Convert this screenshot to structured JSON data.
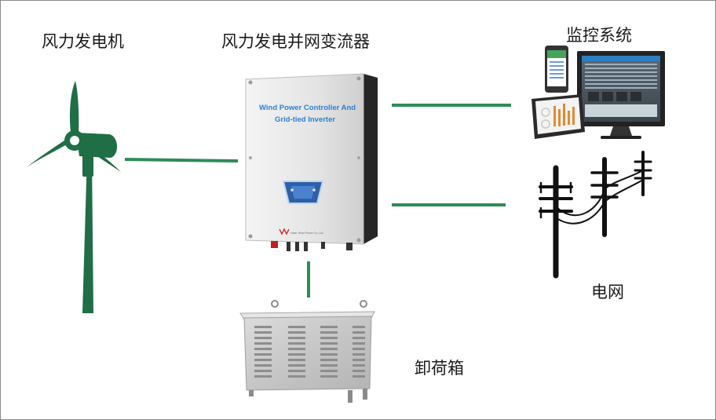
{
  "labels": {
    "wind_turbine": "风力发电机",
    "inverter": "风力发电并网变流器",
    "monitoring": "监控系统",
    "grid": "电网",
    "dump_load": "卸荷箱"
  },
  "inverter_panel": {
    "line1": "Wind Power Controller And",
    "line2": "Grid-tied Inverter",
    "brand": "Naier Wind Power Co.,Ltd"
  },
  "colors": {
    "connector": "#2e8b57",
    "turbine": "#1f6e45",
    "inverter_text": "#2f7fd0",
    "pole": "#111111"
  }
}
